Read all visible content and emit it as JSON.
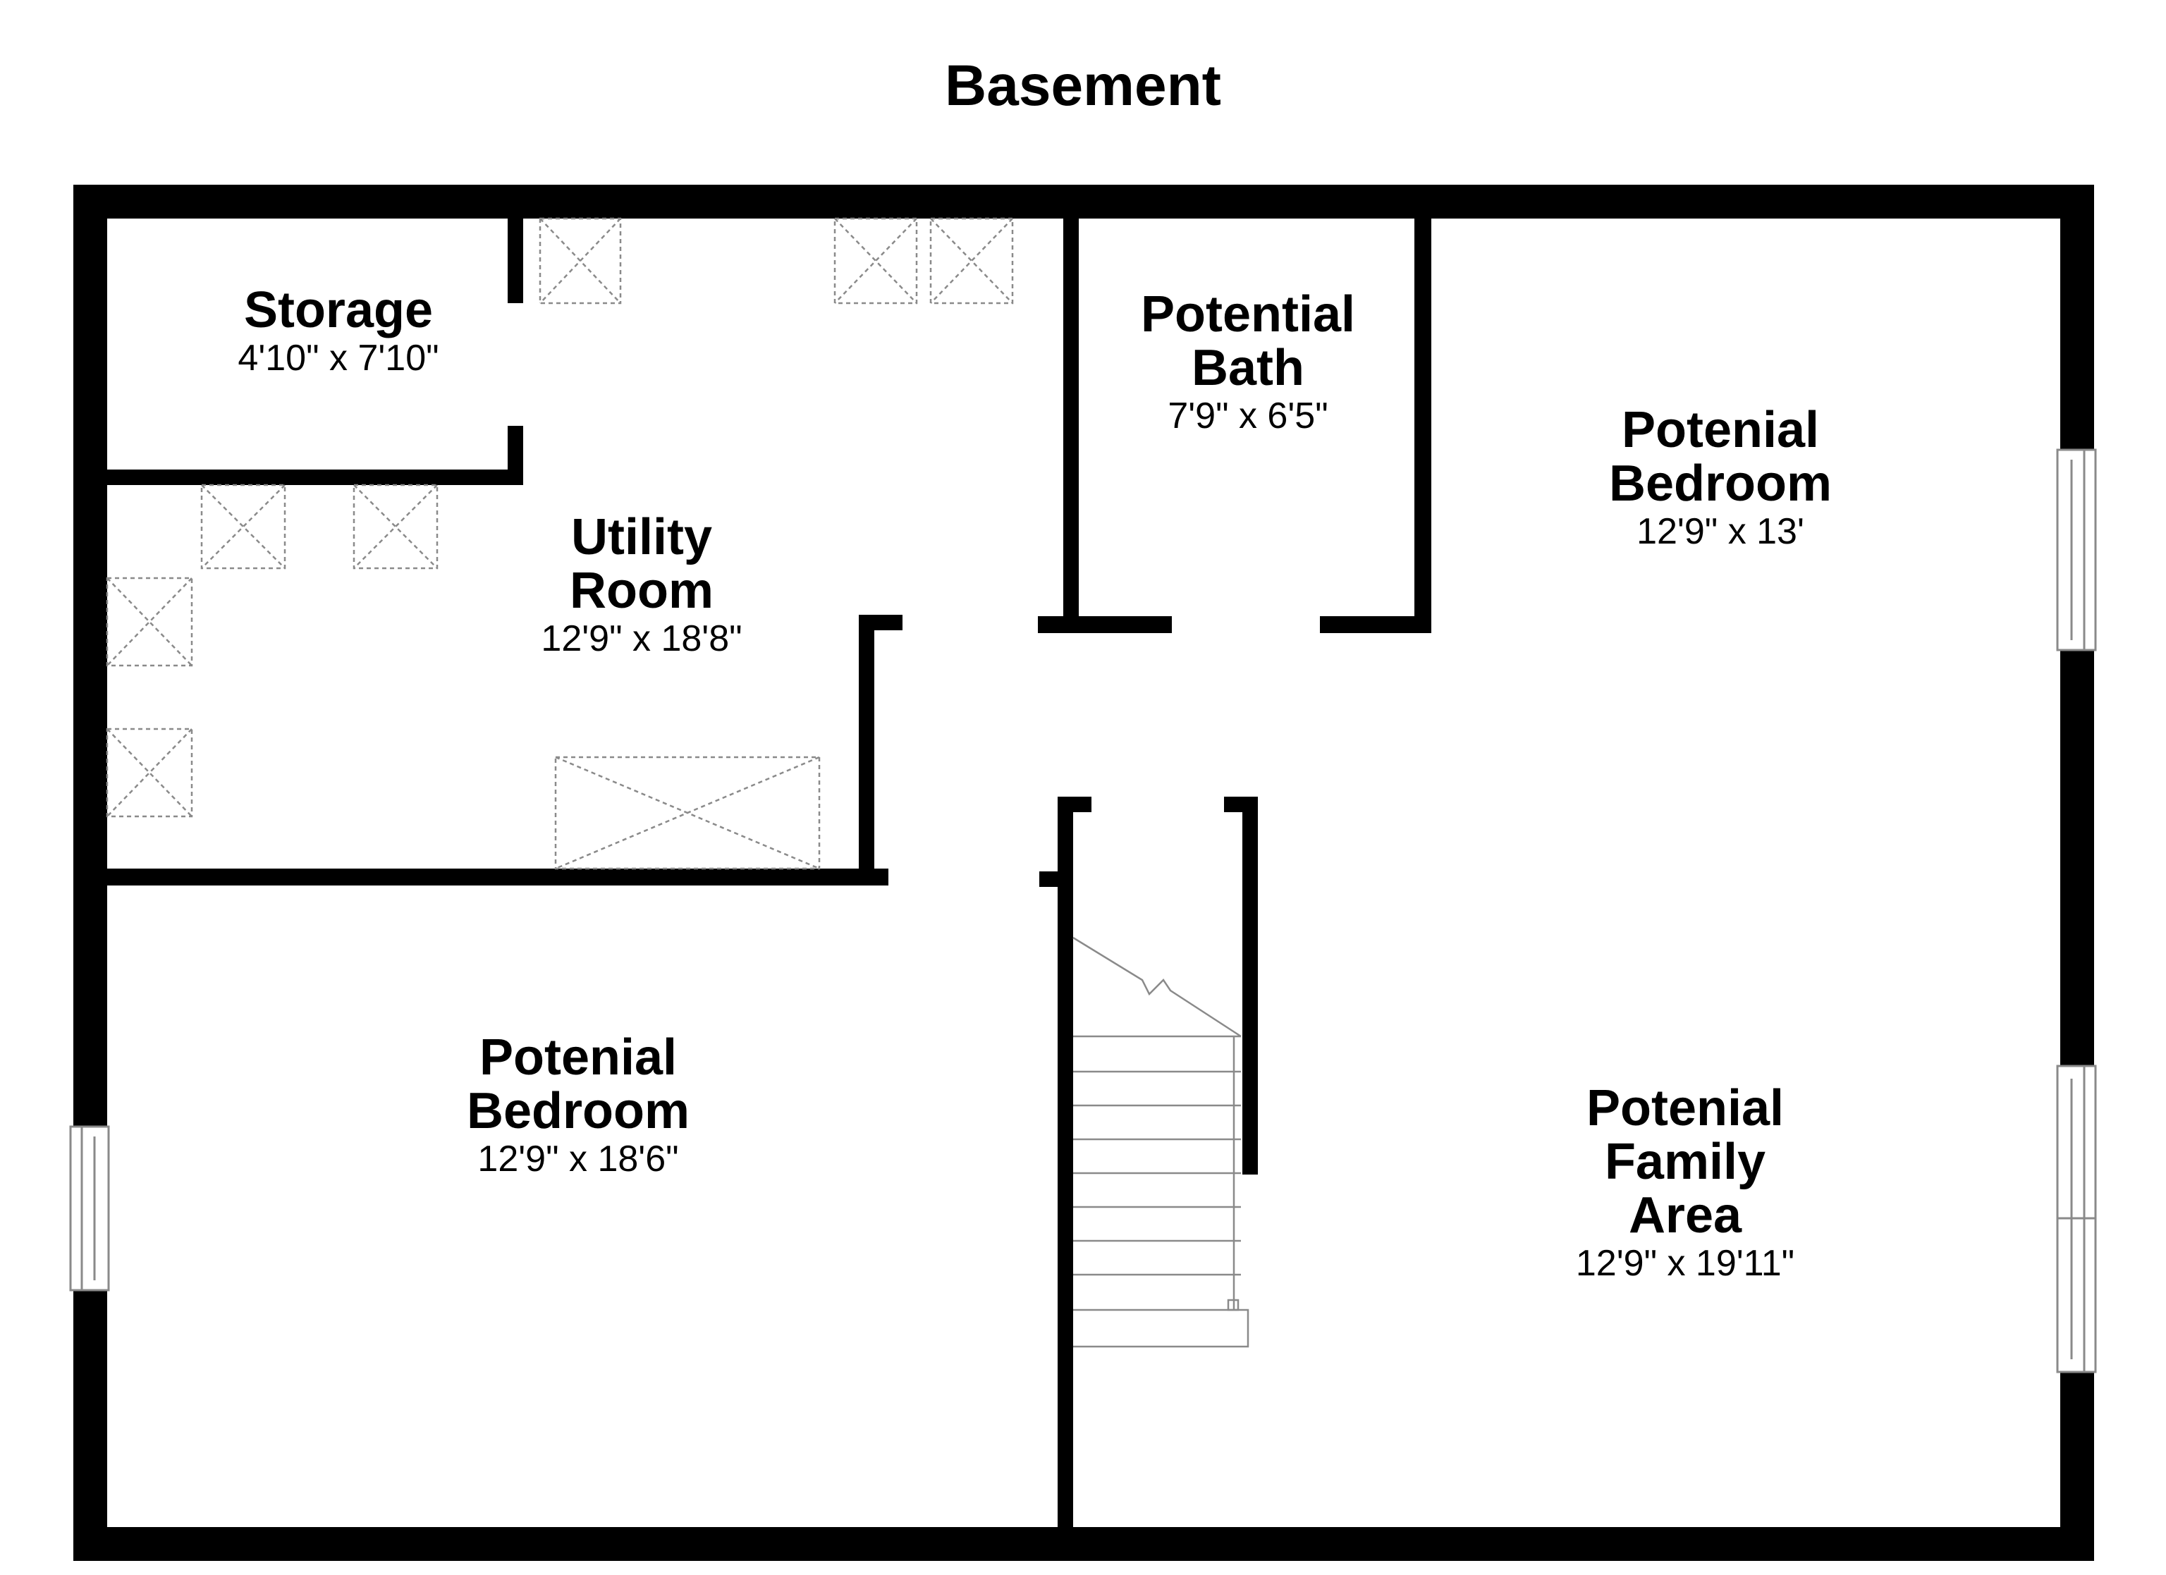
{
  "title": "Basement",
  "rooms": {
    "storage": {
      "name": "Storage",
      "dims": "4'10\" x 7'10\""
    },
    "utility": {
      "name": "Utility\nRoom",
      "dims": "12'9\" x 18'8\""
    },
    "bath": {
      "name": "Potential\nBath",
      "dims": "7'9\" x 6'5\""
    },
    "bedroom_ne": {
      "name": "Potenial\nBedroom",
      "dims": "12'9\" x 13'"
    },
    "bedroom_sw": {
      "name": "Potenial\nBedroom",
      "dims": "12'9\" x 18'6\""
    },
    "family": {
      "name": "Potenial\nFamily\nArea",
      "dims": "12'9\" x 19'11\""
    }
  },
  "colors": {
    "wall": "#000000",
    "fixture": "#8a8a8a",
    "background": "#ffffff"
  }
}
